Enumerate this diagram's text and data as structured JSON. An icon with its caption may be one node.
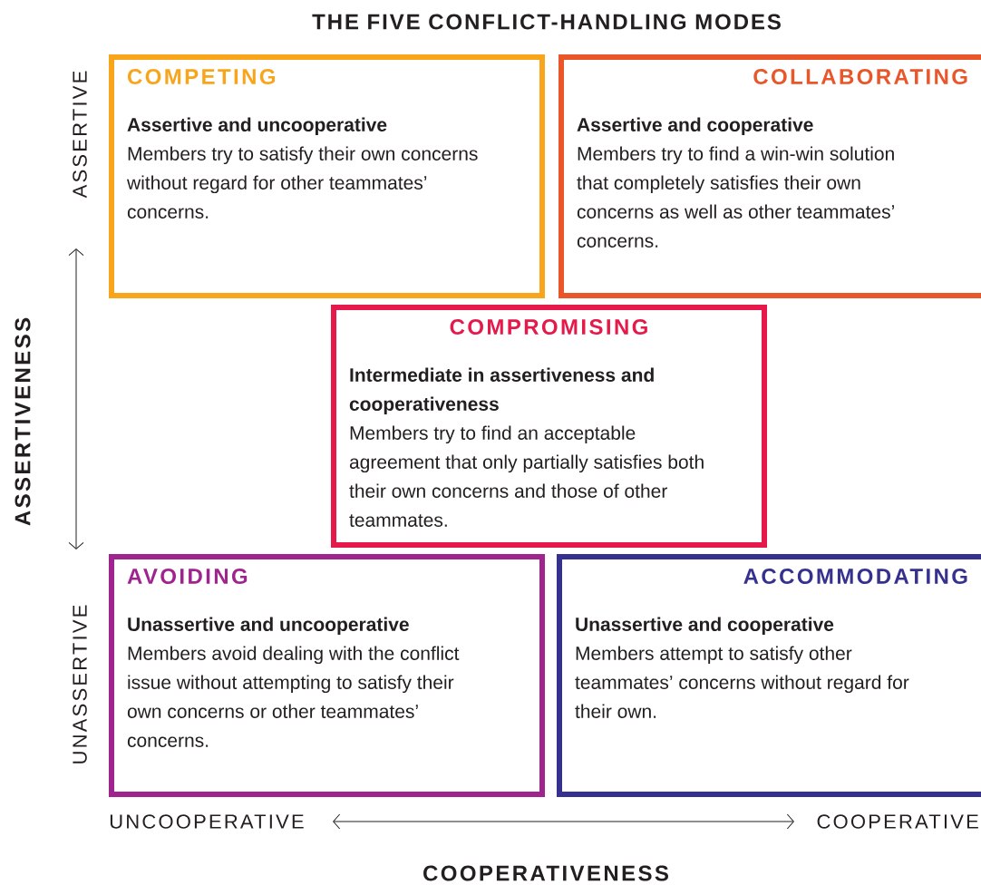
{
  "diagram": {
    "title": "THE FIVE CONFLICT-HANDLING MODES",
    "nodes": [
      {
        "text": [
          "COMPETING",
          "Assertive and uncooperative",
          "Members try to satisfy their own concerns without regard for other teammates’ concerns."
        ]
      },
      {
        "text": [
          "COLLABORATING",
          "Assertive and cooperative",
          "Members try to find a win-win solution that completely satisfies their own concerns as well as other teammates’ concerns."
        ]
      },
      {
        "text": [
          "COMPROMISING",
          "Intermediate in assertiveness and cooperativeness",
          "Members try to find an acceptable agreement that only partially satisfies both their own concerns and those of other teammates."
        ]
      },
      {
        "text": [
          "AVOIDING",
          "Unassertive and uncooperative",
          "Members avoid dealing with the conflict issue without attempting to satisfy their own concerns or other teammates’ concerns."
        ]
      },
      {
        "text": [
          "ACCOMMODATING",
          "Unassertive and cooperative",
          "Members attempt to satisfy other teammates’ concerns without regard for their own."
        ]
      }
    ],
    "labels": [
      "ASSERTIVE",
      "ASSERTIVENESS",
      "UNASSERTIVE",
      "UNCOOPERATIVE",
      "COOPERATIVE",
      "COOPERATIVENESS"
    ]
  }
}
